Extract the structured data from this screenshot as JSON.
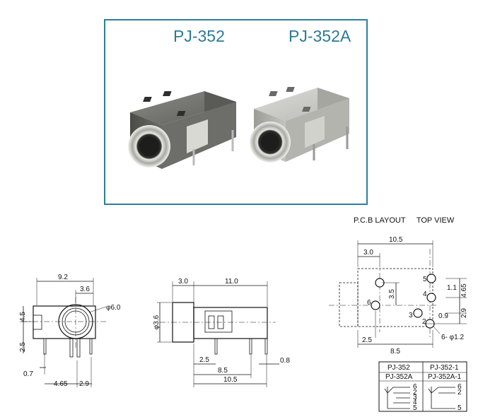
{
  "photos": {
    "left_model": "PJ-352",
    "right_model": "PJ-352A"
  },
  "front_view": {
    "width": "9.2",
    "offset": "3.6",
    "hole_dia": "φ6.0",
    "height_upper": "4.5",
    "height_lower": "2.5",
    "pin_left": "0.7",
    "pin_pitch_a": "4.65",
    "pin_pitch_b": "2.9"
  },
  "side_view": {
    "front_len": "3.0",
    "body_len": "11.0",
    "dia": "φ3.6",
    "pin_a": "2.5",
    "pin_b": "8.5",
    "pin_c": "10.5",
    "pin_w": "0.8"
  },
  "pcb": {
    "title": "P.C.B LAYOUT",
    "subtitle": "TOP VIEW",
    "width": "10.5",
    "top_offset": "3.0",
    "v_gap": "3.5",
    "d_a": "1.1",
    "d_b": "4.65",
    "d_c": "2.9",
    "d_d": "0.9",
    "bottom_a": "2.5",
    "bottom_b": "8.5",
    "hole_note": "6- φ1.2",
    "pins": [
      "5",
      "4",
      "6",
      "3",
      "2"
    ]
  },
  "table": {
    "h1": "PJ-352",
    "h2": "PJ-352-1",
    "s1": "PJ-352A",
    "s2": "PJ-352A-1",
    "left_pins": [
      "6",
      "2",
      "3",
      "4",
      "5"
    ],
    "right_pins": [
      "6",
      "2",
      "5"
    ]
  }
}
